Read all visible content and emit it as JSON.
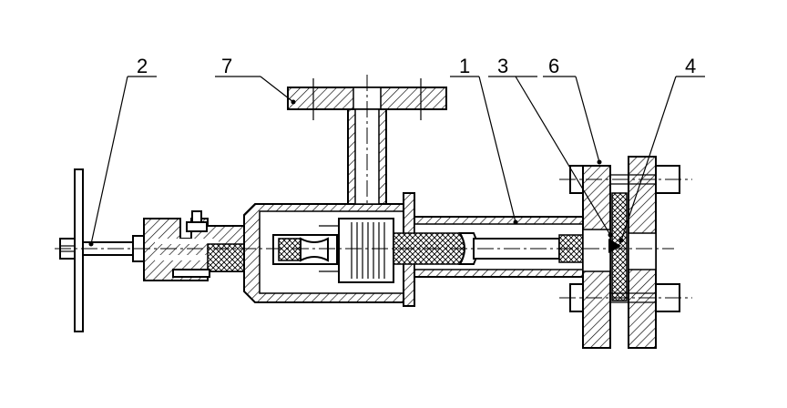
{
  "labels": {
    "l1": "1",
    "l2": "2",
    "l3": "3",
    "l4": "4",
    "l6": "6",
    "l7": "7"
  },
  "colors": {
    "line": "#000000",
    "background": "#ffffff"
  }
}
